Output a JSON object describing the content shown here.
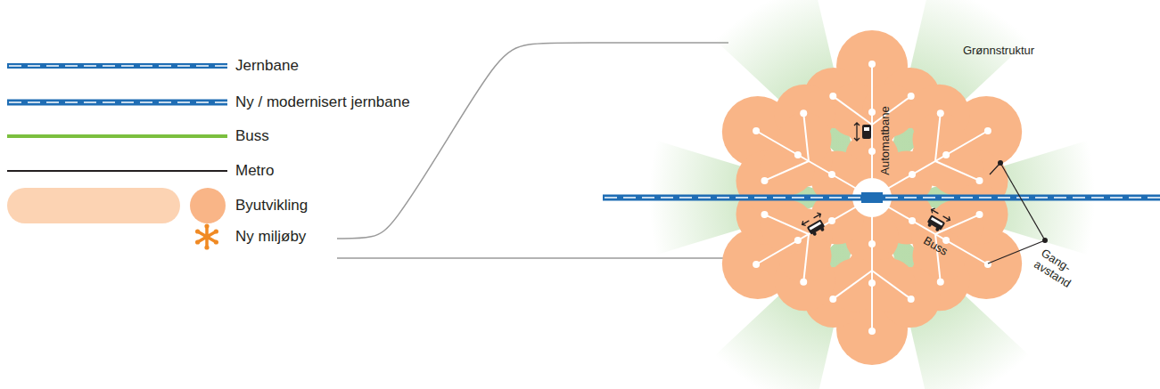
{
  "diagram": {
    "labels": [
      "Grønnstruktur",
      "Automatbane",
      "Buss",
      "Gang- avstand"
    ],
    "legend": [
      {
        "text": "Jernbane"
      },
      {
        "text": "Ny / modernisert jernbane"
      },
      {
        "text": "Buss"
      },
      {
        "text": "Metro"
      },
      {
        "text": "Byutvikling",
        "color": "#f9b587"
      },
      {
        "text": "Ny miljøby"
      }
    ]
  }
}
